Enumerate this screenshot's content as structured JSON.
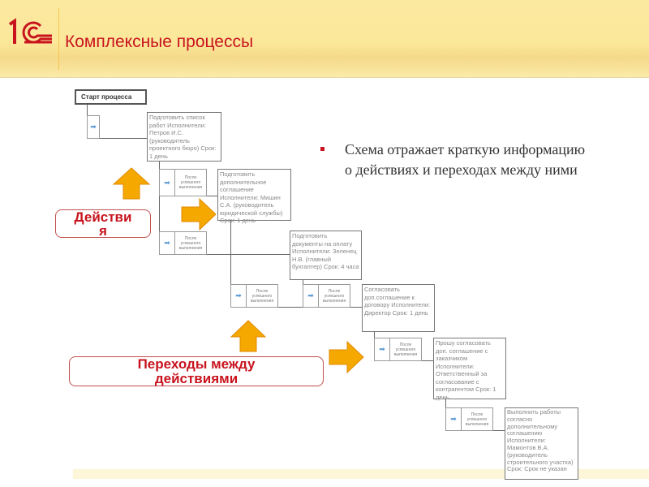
{
  "header": {
    "title": "Комплексные процессы",
    "logo": "1С"
  },
  "bullet": {
    "text": "Схема отражает краткую информацию о действиях и переходах между ними"
  },
  "labels": {
    "actions": "Действия",
    "transitions": "Переходы между действиями"
  },
  "diagram": {
    "start": "Старт процесса",
    "transition_label": "После успешного выполнения",
    "tasks": [
      "Подготовить список работ Исполнители: Петров И.С. (руководитель проектного бюро) Срок: 1 день",
      "Подготовить дополнительное соглашение Исполнители: Мишин С.А. (руководитель юридической службы) Срок: 1 день",
      "Подготовить документы на оплату Исполнители: Зеленец Н.В. (главный бухгалтер) Срок: 4 часа",
      "Согласовать доп.соглашение к договору Исполнители: Директор Срок: 1 день",
      "Прошу согласовать доп. соглашение с заказчиком Исполнители: Ответственный за согласование с контрагентом Срок: 1 день",
      "Выполнить работы согласно дополнительному соглашению Исполнители: Мамонтов В.А. (руководитель строительного участка) Срок: Срок не указан"
    ]
  },
  "colors": {
    "accent": "#c8141e",
    "arrow": "#f5a800",
    "header": "#fce89a"
  }
}
